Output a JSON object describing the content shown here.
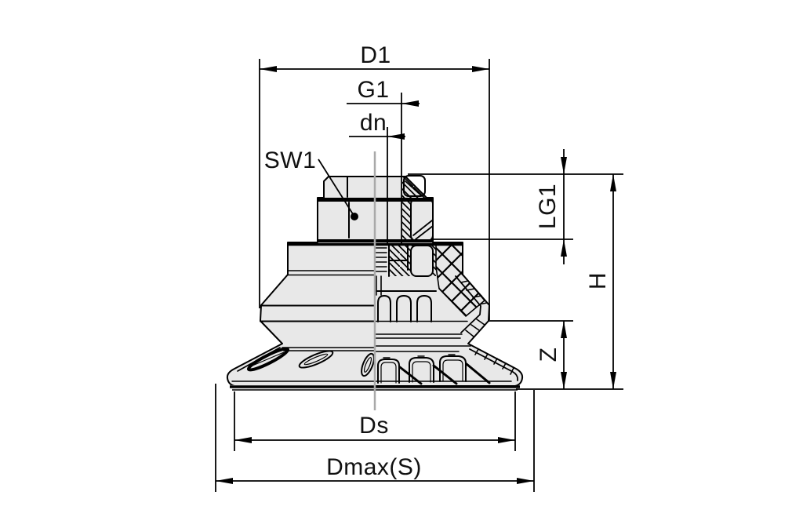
{
  "drawing": {
    "description": "Technical half-section drawing of a bellows suction cup with threaded fitting",
    "labels": {
      "d1": "D1",
      "g1": "G1",
      "dn": "dn",
      "sw1": "SW1",
      "lg1": "LG1",
      "h": "H",
      "z": "Z",
      "ds": "Ds",
      "dmax_s": "Dmax(S)"
    },
    "colors": {
      "outline": "#000000",
      "body_fill": "#e8e8e8",
      "centerline": "#a9a9a9",
      "background": "#ffffff",
      "text": "#111111"
    }
  }
}
